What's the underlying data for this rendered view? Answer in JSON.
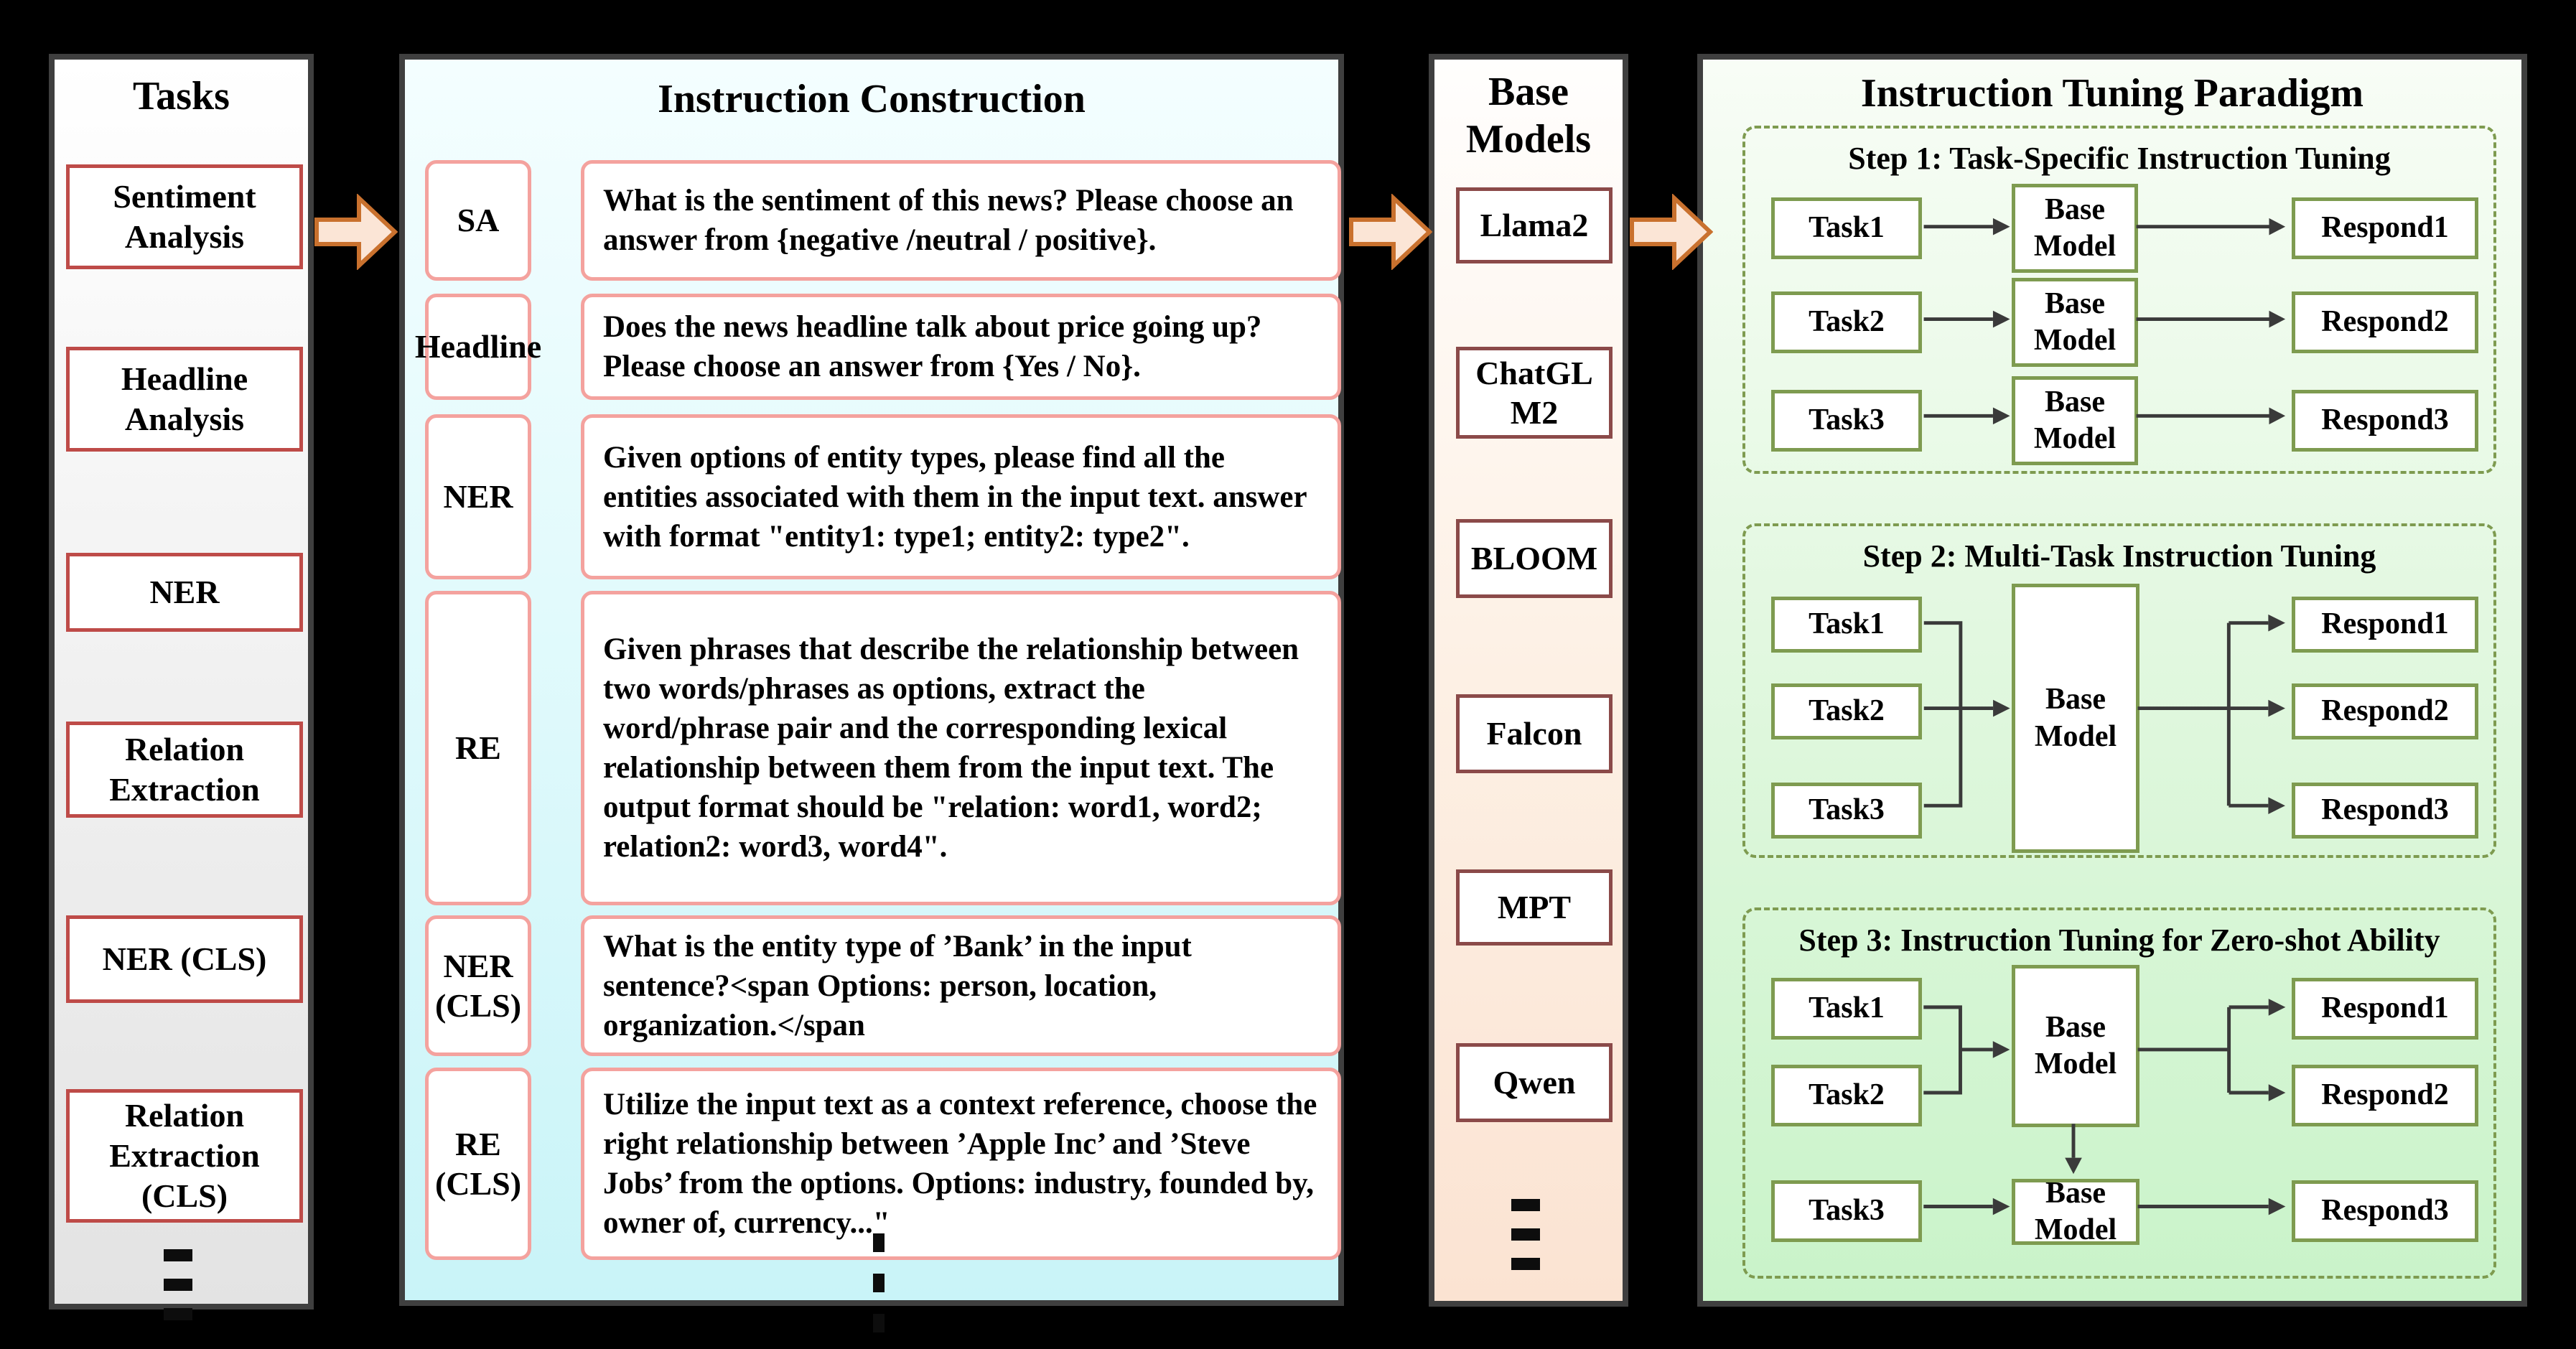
{
  "tasks_panel": {
    "title": "Tasks",
    "items": [
      "Sentiment Analysis",
      "Headline Analysis",
      "NER",
      "Relation Extraction",
      "NER (CLS)",
      "Relation Extraction (CLS)"
    ]
  },
  "ic_panel": {
    "title": "Instruction Construction",
    "rows": [
      {
        "label": "SA",
        "text": "What is the sentiment of this news? Please choose an answer from {negative /neutral / positive}."
      },
      {
        "label": "Headline",
        "text": "Does the news headline talk about price going up? Please choose an answer from {Yes / No}."
      },
      {
        "label": "NER",
        "text": "Given options of entity types, please find all the entities associated with them in the input text. answer with format \"entity1: type1; entity2: type2\"."
      },
      {
        "label": "RE",
        "text": "Given phrases that describe the relationship between two words/phrases as options, extract the word/phrase pair and the corresponding lexical relationship between them from the input text. The output format should be \"relation: word1, word2; relation2: word3, word4\"."
      },
      {
        "label": "NER (CLS)",
        "text": "What is the entity type of ’Bank’ in the input sentence?<span Options: person, location, organization.</span"
      },
      {
        "label": "RE (CLS)",
        "text": "Utilize the input text as a context reference, choose the right relationship between ’Apple Inc’ and ’Steve Jobs’ from the options. Options: industry, founded by, owner of, currency...\""
      }
    ]
  },
  "models_panel": {
    "title": "Base Models",
    "items": [
      "Llama2",
      "ChatGLM2",
      "BLOOM",
      "Falcon",
      "MPT",
      "Qwen"
    ]
  },
  "paradigm_panel": {
    "title": "Instruction Tuning Paradigm",
    "steps": [
      {
        "title": "Step 1: Task-Specific Instruction Tuning",
        "tasks": [
          "Task1",
          "Task2",
          "Task3"
        ],
        "model": "Base Model",
        "responds": [
          "Respond1",
          "Respond2",
          "Respond3"
        ]
      },
      {
        "title": "Step 2: Multi-Task Instruction Tuning",
        "tasks": [
          "Task1",
          "Task2",
          "Task3"
        ],
        "model": "Base Model",
        "responds": [
          "Respond1",
          "Respond2",
          "Respond3"
        ]
      },
      {
        "title": "Step 3: Instruction Tuning for Zero-shot Ability",
        "tasks": [
          "Task1",
          "Task2",
          "Task3"
        ],
        "model": "Base Model",
        "model2": "Base Model",
        "responds": [
          "Respond1",
          "Respond2",
          "Respond3"
        ]
      }
    ]
  },
  "colors": {
    "task_border": "#BE4B48",
    "instruction_border": "#F4A29E",
    "model_border": "#8B4A49",
    "paradigm_border": "#7E9B50",
    "flow_arrow_fill": "#FBE5D6",
    "flow_arrow_stroke": "#C9712E",
    "connector_line": "#3A3A3A",
    "panel_frame": "#3F3F3F"
  }
}
